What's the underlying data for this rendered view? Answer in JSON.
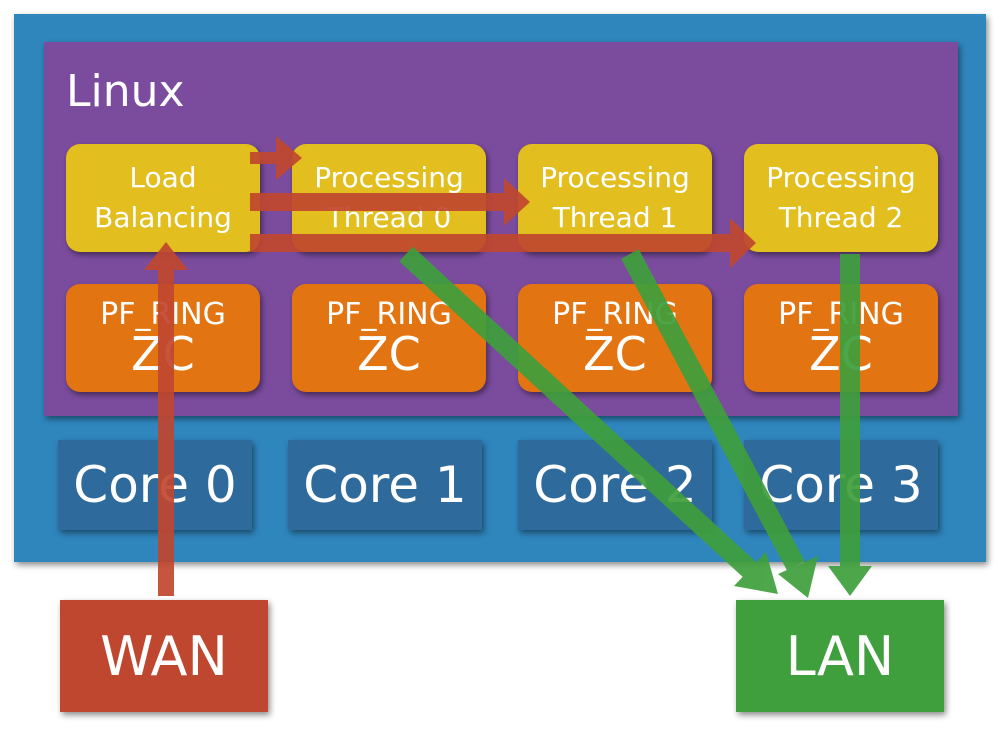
{
  "diagram": {
    "os_label": "Linux",
    "load_balancer": {
      "line1": "Load",
      "line2": "Balancing"
    },
    "threads": [
      {
        "line1": "Processing",
        "line2": "Thread 0"
      },
      {
        "line1": "Processing",
        "line2": "Thread 1"
      },
      {
        "line1": "Processing",
        "line2": "Thread 2"
      }
    ],
    "pfring": [
      {
        "line1": "PF_RING",
        "line2": "ZC"
      },
      {
        "line1": "PF_RING",
        "line2": "ZC"
      },
      {
        "line1": "PF_RING",
        "line2": "ZC"
      },
      {
        "line1": "PF_RING",
        "line2": "ZC"
      }
    ],
    "cores": [
      "Core 0",
      "Core 1",
      "Core 2",
      "Core 3"
    ],
    "wan_label": "WAN",
    "lan_label": "LAN"
  },
  "colors": {
    "outer": "#2f86bd",
    "linux": "#7b4c9e",
    "thread": "#e2be1e",
    "pfring": "#e37412",
    "core": "#2e6a9c",
    "wan": "#c0472f",
    "lan": "#3f9f3c",
    "red_arrow": "#c0472f",
    "green_arrow": "#3f9f3c"
  }
}
